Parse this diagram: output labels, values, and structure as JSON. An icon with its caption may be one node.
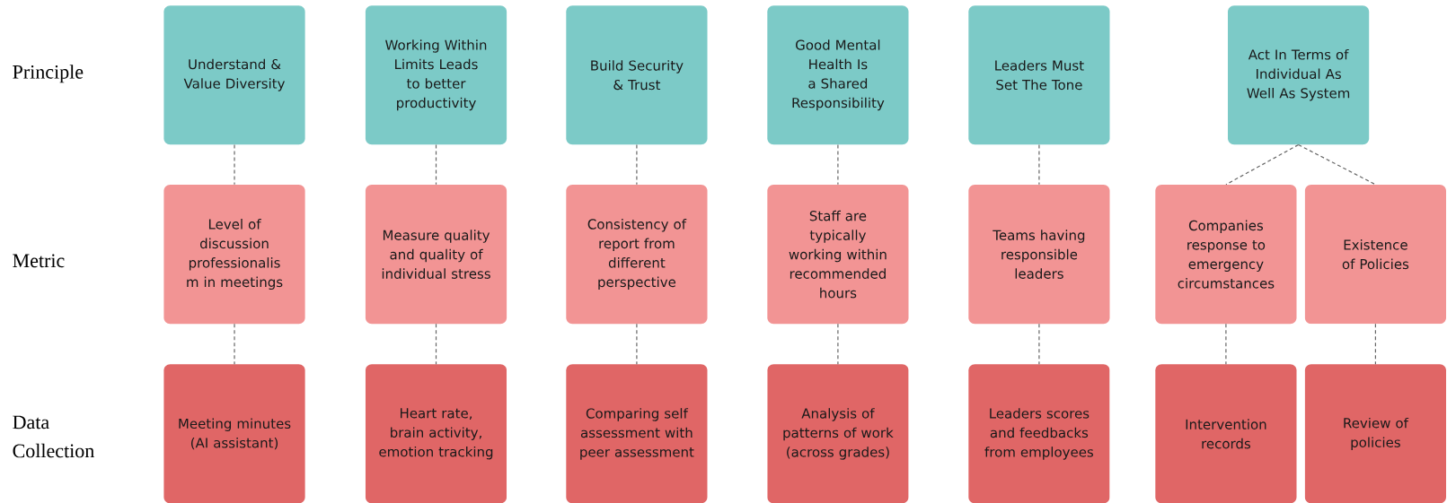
{
  "diagram": {
    "nodes": [
      {
        "text": [
          "Understand & Value Diversity"
        ]
      },
      {
        "text": [
          "Working Within Limits Leads to better productivity"
        ]
      },
      {
        "text": [
          "Build Security & Trust"
        ]
      },
      {
        "text": [
          "Good Mental Health Is a Shared Responsibility"
        ]
      },
      {
        "text": [
          "Leaders Must Set The Tone"
        ]
      },
      {
        "text": [
          "Act In Terms of Individual As Well As System"
        ]
      },
      {
        "text": [
          "Level of discussion professionalis m in meetings"
        ]
      },
      {
        "text": [
          "Measure quality and quality of individual stress"
        ]
      },
      {
        "text": [
          "Consistency of report from different perspective"
        ]
      },
      {
        "text": [
          "Staff are typically working within recommended hours"
        ]
      },
      {
        "text": [
          "Teams having responsible leaders"
        ]
      },
      {
        "text": [
          "Companies response to emergency circumstances"
        ]
      },
      {
        "text": [
          "Existence of Policies"
        ]
      },
      {
        "text": [
          "Meeting minutes (AI assistant)"
        ]
      },
      {
        "text": [
          "Heart rate, brain activity, emotion tracking"
        ]
      },
      {
        "text": [
          "Comparing self assessment with peer assessment"
        ]
      },
      {
        "text": [
          "Analysis of patterns of work (across grades)"
        ]
      },
      {
        "text": [
          "Leaders scores and feedbacks from employees"
        ]
      },
      {
        "text": [
          "Intervention records"
        ]
      },
      {
        "text": [
          "Review of policies"
        ]
      }
    ],
    "edges": [
      {
        "from": 0,
        "to": 6,
        "arrow": "none",
        "style": "dashed"
      },
      {
        "from": 1,
        "to": 7,
        "arrow": "none",
        "style": "dashed"
      },
      {
        "from": 2,
        "to": 8,
        "arrow": "none",
        "style": "dashed"
      },
      {
        "from": 3,
        "to": 9,
        "arrow": "none",
        "style": "dashed"
      },
      {
        "from": 4,
        "to": 10,
        "arrow": "none",
        "style": "dashed"
      },
      {
        "from": 5,
        "to": 11,
        "arrow": "none",
        "style": "dashed"
      },
      {
        "from": 5,
        "to": 12,
        "arrow": "none",
        "style": "dashed"
      },
      {
        "from": 6,
        "to": 13,
        "arrow": "none",
        "style": "dashed"
      },
      {
        "from": 7,
        "to": 14,
        "arrow": "none",
        "style": "dashed"
      },
      {
        "from": 8,
        "to": 15,
        "arrow": "none",
        "style": "dashed"
      },
      {
        "from": 9,
        "to": 16,
        "arrow": "none",
        "style": "dashed"
      },
      {
        "from": 10,
        "to": 17,
        "arrow": "none",
        "style": "dashed"
      },
      {
        "from": 11,
        "to": 18,
        "arrow": "none",
        "style": "dashed"
      },
      {
        "from": 12,
        "to": 19,
        "arrow": "none",
        "style": "dashed"
      }
    ],
    "labels": [
      "Principle",
      "Metric",
      "Data Collection"
    ]
  }
}
